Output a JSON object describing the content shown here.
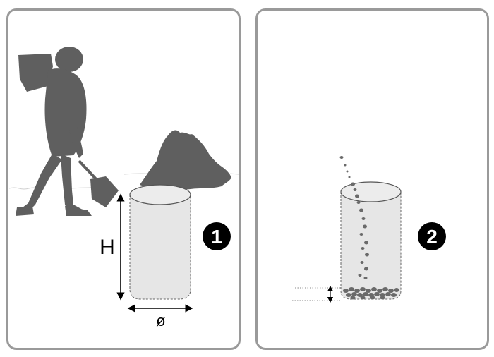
{
  "panels": [
    {
      "step": "1",
      "labels": {
        "height": "H",
        "diameter": "ø"
      }
    },
    {
      "step": "2"
    }
  ],
  "colors": {
    "frame": "#9a9a9a",
    "figure": "#5f5f5f",
    "container_fill": "#e6e6e6",
    "badge": "#000000"
  },
  "icons": [
    "worker-with-shovel-icon",
    "soil-pile-icon",
    "cylinder-container-icon",
    "falling-gravel-icon"
  ]
}
